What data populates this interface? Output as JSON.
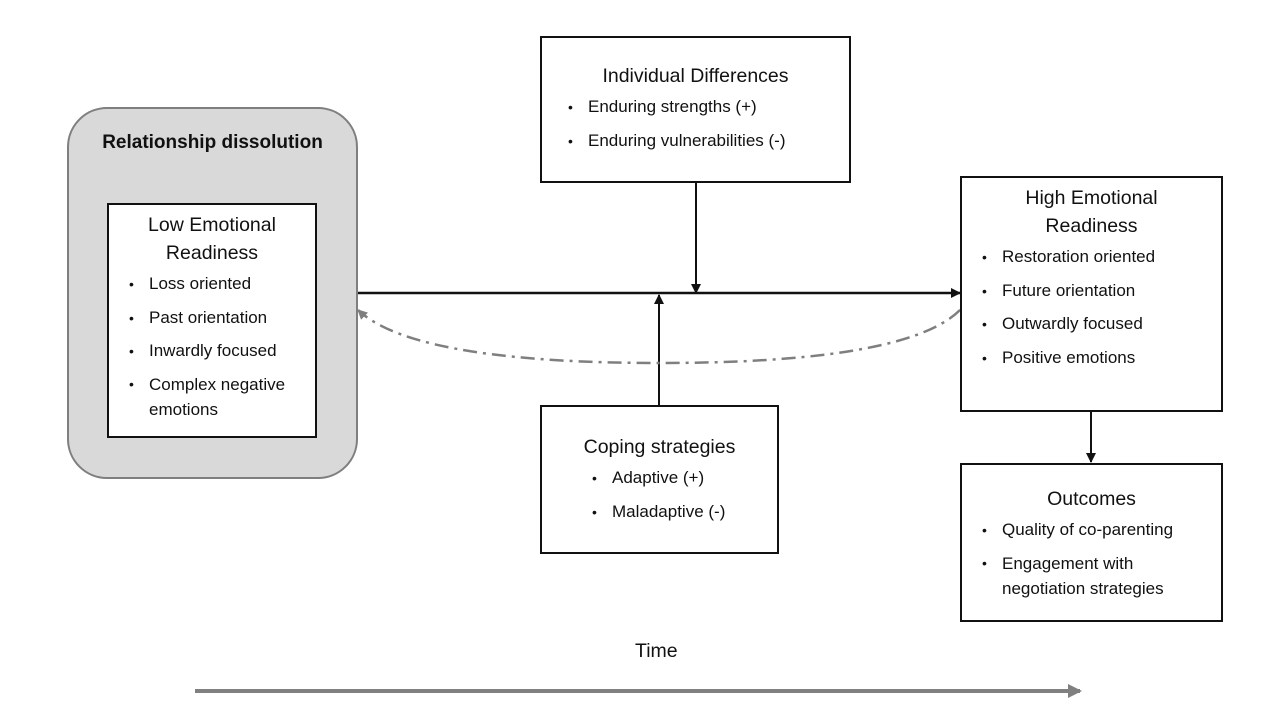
{
  "relationship_dissolution": {
    "title": "Relationship dissolution",
    "low_readiness": {
      "title_line1": "Low Emotional",
      "title_line2": "Readiness",
      "items": [
        "Loss oriented",
        "Past orientation",
        "Inwardly focused",
        "Complex negative emotions"
      ]
    }
  },
  "individual_differences": {
    "title": "Individual Differences",
    "items": [
      "Enduring strengths (+)",
      "Enduring vulnerabilities (-)"
    ]
  },
  "high_readiness": {
    "title_line1": "High Emotional",
    "title_line2": "Readiness",
    "items": [
      "Restoration oriented",
      "Future orientation",
      "Outwardly focused",
      "Positive emotions"
    ]
  },
  "coping": {
    "title": "Coping strategies",
    "items": [
      "Adaptive (+)",
      "Maladaptive (-)"
    ]
  },
  "outcomes": {
    "title": "Outcomes",
    "items": [
      "Quality of co-parenting",
      "Engagement with negotiation strategies"
    ]
  },
  "time_label": "Time",
  "colors": {
    "box_border": "#111111",
    "group_fill": "#d9d9d9",
    "group_border": "#7f7f7f",
    "feedback_arrow": "#7f7f7f",
    "time_arrow": "#808080"
  }
}
